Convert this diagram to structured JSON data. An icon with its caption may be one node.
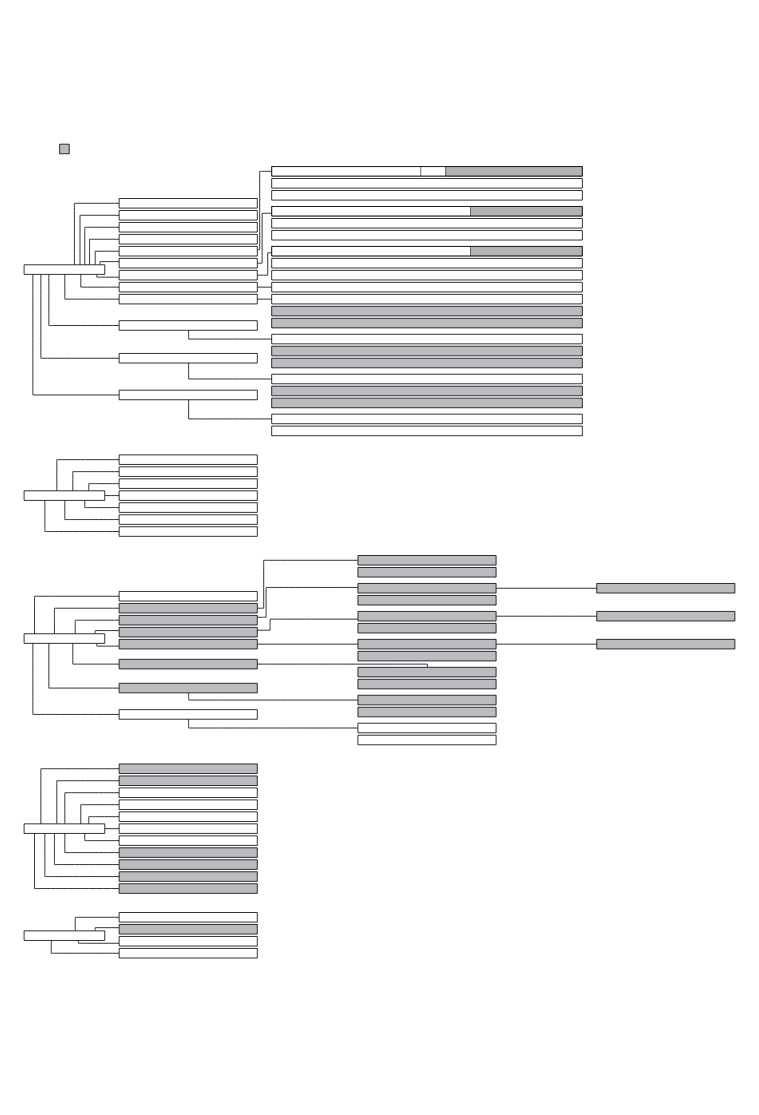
{
  "diagram": {
    "nodes": [
      {
        "text": [],
        "shape": "box"
      },
      {
        "text": [],
        "shape": "box"
      },
      {
        "text": [],
        "shape": "box"
      },
      {
        "text": [],
        "shape": "box"
      },
      {
        "text": [],
        "shape": "box"
      },
      {
        "text": [],
        "shape": "box"
      },
      {
        "text": [],
        "shape": "box"
      },
      {
        "text": [],
        "shape": "box"
      },
      {
        "text": [],
        "shape": "box"
      },
      {
        "text": [],
        "shape": "box"
      },
      {
        "text": [],
        "shape": "box"
      },
      {
        "text": [],
        "shape": "box"
      },
      {
        "text": [],
        "shape": "box"
      },
      {
        "text": [],
        "shape": "box"
      },
      {
        "text": [],
        "shape": "box"
      },
      {
        "text": [],
        "shape": "box"
      },
      {
        "text": [],
        "shape": "box"
      },
      {
        "text": [],
        "shape": "box"
      },
      {
        "text": [],
        "shape": "box"
      },
      {
        "text": [],
        "shape": "box"
      },
      {
        "text": [],
        "shape": "box"
      },
      {
        "text": [],
        "shape": "box"
      },
      {
        "text": [],
        "shape": "box"
      },
      {
        "text": [],
        "shape": "box"
      },
      {
        "text": [],
        "shape": "box"
      },
      {
        "text": [],
        "shape": "box"
      },
      {
        "text": [],
        "shape": "box"
      },
      {
        "text": [],
        "shape": "box"
      },
      {
        "text": [],
        "shape": "box"
      },
      {
        "text": [],
        "shape": "box"
      },
      {
        "text": [],
        "shape": "box"
      },
      {
        "text": [],
        "shape": "box"
      },
      {
        "text": [],
        "shape": "box"
      },
      {
        "text": [],
        "shape": "box"
      },
      {
        "text": [],
        "shape": "box"
      },
      {
        "text": [],
        "shape": "box"
      },
      {
        "text": [],
        "shape": "box"
      },
      {
        "text": [],
        "shape": "box"
      },
      {
        "text": [],
        "shape": "box"
      },
      {
        "text": [],
        "shape": "box"
      },
      {
        "text": [],
        "shape": "box"
      },
      {
        "text": [],
        "shape": "box"
      },
      {
        "text": [],
        "shape": "box"
      },
      {
        "text": [],
        "shape": "box"
      },
      {
        "text": [],
        "shape": "box"
      },
      {
        "text": [],
        "shape": "box"
      },
      {
        "text": [],
        "shape": "box"
      },
      {
        "text": [],
        "shape": "box"
      },
      {
        "text": [],
        "shape": "box"
      },
      {
        "text": [],
        "shape": "box"
      },
      {
        "text": [],
        "shape": "box"
      },
      {
        "text": [],
        "shape": "box"
      },
      {
        "text": [],
        "shape": "box"
      },
      {
        "text": [],
        "shape": "box"
      },
      {
        "text": [],
        "shape": "box"
      },
      {
        "text": [],
        "shape": "box"
      },
      {
        "text": [],
        "shape": "box"
      },
      {
        "text": [],
        "shape": "box"
      },
      {
        "text": [],
        "shape": "box"
      },
      {
        "text": [],
        "shape": "box"
      },
      {
        "text": [],
        "shape": "box"
      },
      {
        "text": [],
        "shape": "box"
      },
      {
        "text": [],
        "shape": "box"
      },
      {
        "text": [],
        "shape": "box"
      },
      {
        "text": [],
        "shape": "box"
      },
      {
        "text": [],
        "shape": "box"
      },
      {
        "text": [],
        "shape": "box"
      },
      {
        "text": [],
        "shape": "box"
      },
      {
        "text": [],
        "shape": "box"
      },
      {
        "text": [],
        "shape": "box"
      },
      {
        "text": [],
        "shape": "box"
      },
      {
        "text": [],
        "shape": "box"
      },
      {
        "text": [],
        "shape": "box"
      },
      {
        "text": [],
        "shape": "box"
      },
      {
        "text": [],
        "shape": "box"
      },
      {
        "text": [],
        "shape": "box"
      },
      {
        "text": [],
        "shape": "box"
      },
      {
        "text": [],
        "shape": "box"
      },
      {
        "text": [],
        "shape": "box"
      },
      {
        "text": [],
        "shape": "box"
      },
      {
        "text": [],
        "shape": "box"
      },
      {
        "text": [],
        "shape": "box"
      },
      {
        "text": [],
        "shape": "box"
      },
      {
        "text": [],
        "shape": "box"
      },
      {
        "text": [],
        "shape": "box"
      },
      {
        "text": [],
        "shape": "box"
      }
    ],
    "edges": [
      {
        "from": 0,
        "to": 1,
        "arrow": "none"
      },
      {
        "from": 0,
        "to": 2,
        "arrow": "none"
      },
      {
        "from": 0,
        "to": 3,
        "arrow": "none"
      },
      {
        "from": 0,
        "to": 4,
        "arrow": "none"
      },
      {
        "from": 5,
        "to": 6,
        "arrow": "none"
      },
      {
        "from": 5,
        "to": 7,
        "arrow": "none"
      },
      {
        "from": 5,
        "to": 8,
        "arrow": "none"
      },
      {
        "from": 5,
        "to": 9,
        "arrow": "none"
      },
      {
        "from": 5,
        "to": 10,
        "arrow": "none"
      },
      {
        "from": 5,
        "to": 11,
        "arrow": "none"
      },
      {
        "from": 5,
        "to": 12,
        "arrow": "none"
      },
      {
        "from": 5,
        "to": 13,
        "arrow": "none"
      },
      {
        "from": 5,
        "to": 14,
        "arrow": "none"
      },
      {
        "from": 5,
        "to": 15,
        "arrow": "none"
      },
      {
        "from": 5,
        "to": 16,
        "arrow": "none"
      },
      {
        "from": 17,
        "to": 18,
        "arrow": "none"
      },
      {
        "from": 17,
        "to": 21,
        "arrow": "none"
      },
      {
        "from": 17,
        "to": 24,
        "arrow": "none"
      },
      {
        "from": 17,
        "to": 27,
        "arrow": "none"
      },
      {
        "from": 17,
        "to": 31,
        "arrow": "none"
      },
      {
        "from": 17,
        "to": 35,
        "arrow": "none"
      },
      {
        "from": 17,
        "to": 39,
        "arrow": "none"
      },
      {
        "from": 17,
        "to": 42,
        "arrow": "none"
      },
      {
        "from": 18,
        "to": 19,
        "arrow": "none"
      },
      {
        "from": 21,
        "to": 22,
        "arrow": "none"
      },
      {
        "from": 24,
        "to": 25,
        "arrow": "none"
      },
      {
        "from": 27,
        "to": 28,
        "arrow": "none"
      },
      {
        "from": 28,
        "to": 30,
        "arrow": "none"
      },
      {
        "from": 31,
        "to": 32,
        "arrow": "none"
      },
      {
        "from": 32,
        "to": 34,
        "arrow": "none"
      },
      {
        "from": 35,
        "to": 36,
        "arrow": "none"
      },
      {
        "from": 36,
        "to": 38,
        "arrow": "none"
      },
      {
        "from": 39,
        "to": 40,
        "arrow": "none"
      },
      {
        "from": 43,
        "to": 44,
        "arrow": "none"
      },
      {
        "from": 43,
        "to": 45,
        "arrow": "none"
      },
      {
        "from": 43,
        "to": 46,
        "arrow": "none"
      },
      {
        "from": 43,
        "to": 47,
        "arrow": "none"
      },
      {
        "from": 43,
        "to": 48,
        "arrow": "none"
      },
      {
        "from": 43,
        "to": 49,
        "arrow": "none"
      },
      {
        "from": 43,
        "to": 50,
        "arrow": "none"
      },
      {
        "from": 51,
        "to": 52,
        "arrow": "none"
      },
      {
        "from": 51,
        "to": 55,
        "arrow": "none"
      },
      {
        "from": 51,
        "to": 59,
        "arrow": "none"
      },
      {
        "from": 51,
        "to": 63,
        "arrow": "none"
      },
      {
        "from": 51,
        "to": 67,
        "arrow": "none"
      },
      {
        "from": 51,
        "to": 69,
        "arrow": "none"
      },
      {
        "from": 51,
        "to": 73,
        "arrow": "none"
      },
      {
        "from": 51,
        "to": 77,
        "arrow": "none"
      },
      {
        "from": 51,
        "to": 81,
        "arrow": "none"
      },
      {
        "from": 51,
        "to": 82,
        "arrow": "none"
      },
      {
        "from": 51,
        "to": 83,
        "arrow": "none"
      },
      {
        "from": 51,
        "to": 84,
        "arrow": "none"
      },
      {
        "from": 52,
        "to": 53,
        "arrow": "none"
      },
      {
        "from": 55,
        "to": 56,
        "arrow": "none"
      },
      {
        "from": 59,
        "to": 60,
        "arrow": "none"
      },
      {
        "from": 63,
        "to": 64,
        "arrow": "none"
      },
      {
        "from": 67,
        "to": 68,
        "arrow": "none"
      },
      {
        "from": 69,
        "to": 70,
        "arrow": "none"
      },
      {
        "from": 73,
        "to": 74,
        "arrow": "none"
      },
      {
        "from": 77,
        "to": 78,
        "arrow": "none"
      }
    ]
  }
}
